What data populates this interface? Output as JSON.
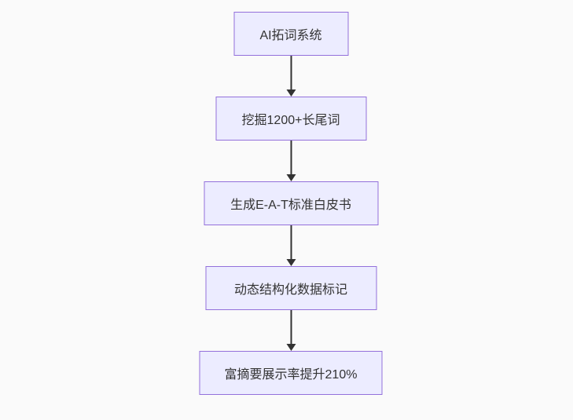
{
  "page": {
    "background_color": "#fafafa"
  },
  "flowchart": {
    "type": "flowchart",
    "direction": "top-down",
    "node_fill_color": "#ECECFF",
    "node_border_color": "#9370DB",
    "arrow_color": "#333333",
    "text_color": "#333333",
    "nodes": [
      {
        "label": "AI拓词系统"
      },
      {
        "label": "挖掘1200+长尾词"
      },
      {
        "label": "生成E-A-T标准白皮书"
      },
      {
        "label": "动态结构化数据标记"
      },
      {
        "label": "富摘要展示率提升210%"
      }
    ],
    "edges": [
      {
        "from": 0,
        "to": 1
      },
      {
        "from": 1,
        "to": 2
      },
      {
        "from": 2,
        "to": 3
      },
      {
        "from": 3,
        "to": 4
      }
    ]
  }
}
